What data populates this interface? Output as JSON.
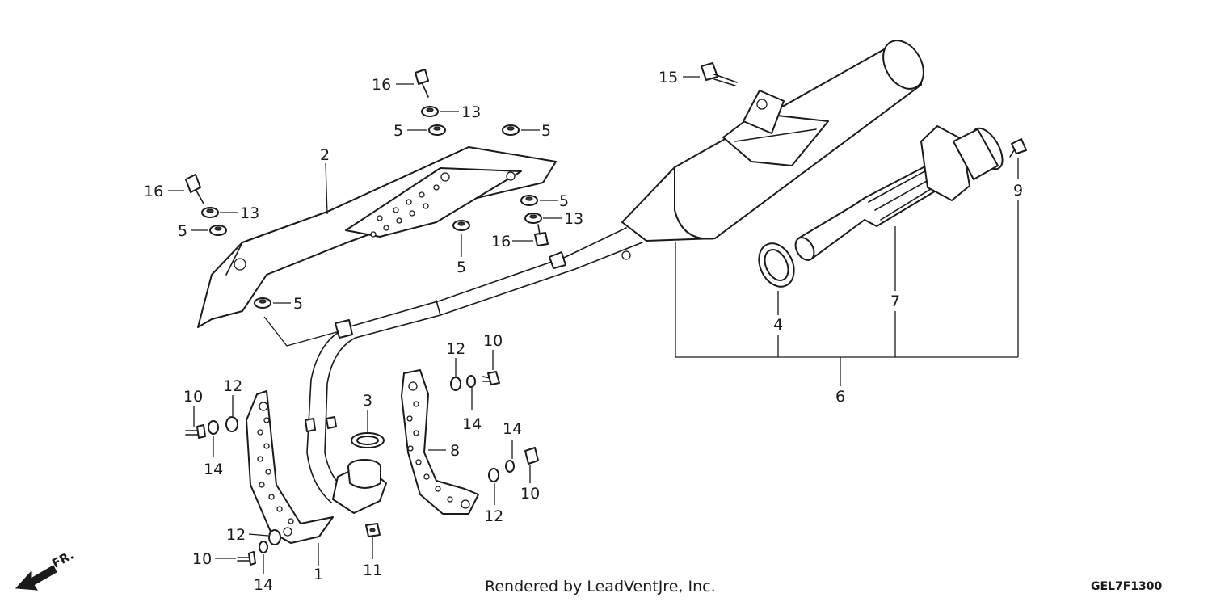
{
  "diagram": {
    "callouts": [
      {
        "id": "c16a",
        "label": "16"
      },
      {
        "id": "c13a",
        "label": "13"
      },
      {
        "id": "c5a",
        "label": "5"
      },
      {
        "id": "c5b",
        "label": "5"
      },
      {
        "id": "c2",
        "label": "2"
      },
      {
        "id": "c16b",
        "label": "16"
      },
      {
        "id": "c13b",
        "label": "13"
      },
      {
        "id": "c5c",
        "label": "5"
      },
      {
        "id": "c5d",
        "label": "5"
      },
      {
        "id": "c13c",
        "label": "13"
      },
      {
        "id": "c16c",
        "label": "16"
      },
      {
        "id": "c5e",
        "label": "5"
      },
      {
        "id": "c5f",
        "label": "5"
      },
      {
        "id": "c15",
        "label": "15"
      },
      {
        "id": "c9",
        "label": "9"
      },
      {
        "id": "c7",
        "label": "7"
      },
      {
        "id": "c4",
        "label": "4"
      },
      {
        "id": "c6",
        "label": "6"
      },
      {
        "id": "c12a",
        "label": "12"
      },
      {
        "id": "c10a",
        "label": "10"
      },
      {
        "id": "c14a",
        "label": "14"
      },
      {
        "id": "c10b",
        "label": "10"
      },
      {
        "id": "c12b",
        "label": "12"
      },
      {
        "id": "c14b",
        "label": "14"
      },
      {
        "id": "c3",
        "label": "3"
      },
      {
        "id": "c8",
        "label": "8"
      },
      {
        "id": "c14c",
        "label": "14"
      },
      {
        "id": "c10c",
        "label": "10"
      },
      {
        "id": "c12c",
        "label": "12"
      },
      {
        "id": "c12d",
        "label": "12"
      },
      {
        "id": "c10d",
        "label": "10"
      },
      {
        "id": "c14d",
        "label": "14"
      },
      {
        "id": "c1",
        "label": "1"
      },
      {
        "id": "c11",
        "label": "11"
      }
    ],
    "direction_label": "FR.",
    "footer_text": "Rendered by LeadVentJre, Inc.",
    "diagram_code": "GEL7F1300"
  }
}
